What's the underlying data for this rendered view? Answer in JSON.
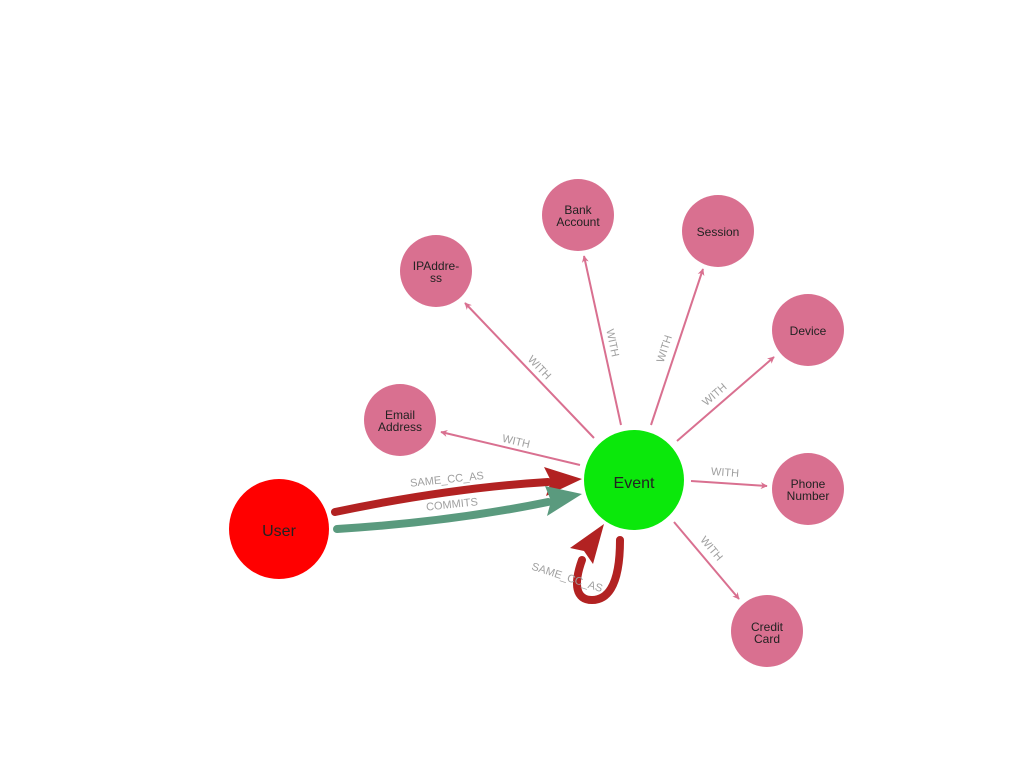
{
  "graph": {
    "nodes": [
      {
        "id": "user",
        "lines": [
          "User"
        ],
        "color": "#ff0000"
      },
      {
        "id": "event",
        "lines": [
          "Event"
        ],
        "color": "#0be80b"
      },
      {
        "id": "email",
        "lines": [
          "Email",
          "Address"
        ],
        "color": "#d97090"
      },
      {
        "id": "ip",
        "lines": [
          "IPAddre-",
          "ss"
        ],
        "color": "#d97090"
      },
      {
        "id": "bank",
        "lines": [
          "Bank",
          "Account"
        ],
        "color": "#d97090"
      },
      {
        "id": "session",
        "lines": [
          "Session"
        ],
        "color": "#d97090"
      },
      {
        "id": "device",
        "lines": [
          "Device"
        ],
        "color": "#d97090"
      },
      {
        "id": "phone",
        "lines": [
          "Phone",
          "Number"
        ],
        "color": "#d97090"
      },
      {
        "id": "card",
        "lines": [
          "Credit",
          "Card"
        ],
        "color": "#d97090"
      }
    ],
    "edges": [
      {
        "id": "user-event-samecc",
        "from": "user",
        "to": "event",
        "label": "SAME_CC_AS",
        "color": "#b22222"
      },
      {
        "id": "user-event-commits",
        "from": "user",
        "to": "event",
        "label": "COMMITS",
        "color": "#5a9a7e"
      },
      {
        "id": "event-self-samecc",
        "from": "event",
        "to": "event",
        "label": "SAME_CC_AS",
        "color": "#b22222"
      },
      {
        "id": "event-email",
        "from": "event",
        "to": "email",
        "label": "WITH",
        "color": "#d97090"
      },
      {
        "id": "event-ip",
        "from": "event",
        "to": "ip",
        "label": "WITH",
        "color": "#d97090"
      },
      {
        "id": "event-bank",
        "from": "event",
        "to": "bank",
        "label": "WITH",
        "color": "#d97090"
      },
      {
        "id": "event-session",
        "from": "event",
        "to": "session",
        "label": "WITH",
        "color": "#d97090"
      },
      {
        "id": "event-device",
        "from": "event",
        "to": "device",
        "label": "WITH",
        "color": "#d97090"
      },
      {
        "id": "event-phone",
        "from": "event",
        "to": "phone",
        "label": "WITH",
        "color": "#d97090"
      },
      {
        "id": "event-card",
        "from": "event",
        "to": "card",
        "label": "WITH",
        "color": "#d97090"
      }
    ]
  }
}
